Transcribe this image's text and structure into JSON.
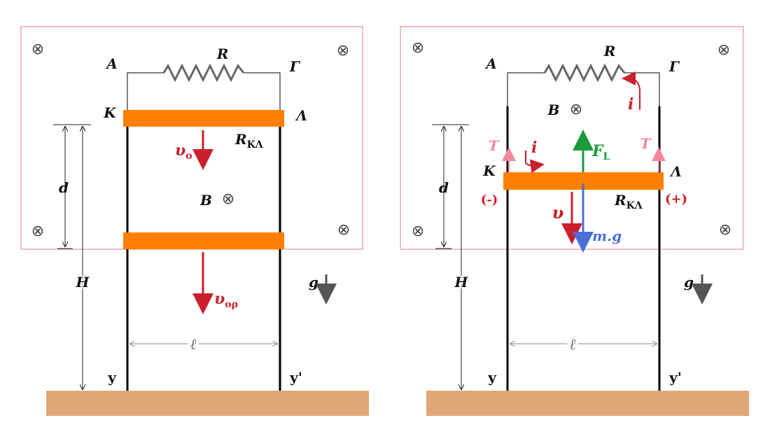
{
  "colors": {
    "field_border": "#e07d86",
    "rod": "#ff8000",
    "ground": "#e0a878",
    "rail": "#000000",
    "red": "#cc1f2d",
    "pink": "#f08a9a",
    "green": "#1a9a3a",
    "blue": "#4a6fd6",
    "grey": "#555555"
  },
  "field_symbol": "⊗",
  "labels": {
    "A": "A",
    "Gamma": "Γ",
    "R": "R",
    "K": "K",
    "Lambda": "Λ",
    "R_KL": "R",
    "R_KL_sub": "ΚΛ",
    "B": "B",
    "d": "d",
    "H": "H",
    "g": "g",
    "ell": "ℓ",
    "y": "y",
    "y_prime": "y'"
  },
  "left": {
    "v0": "υ",
    "v0_sub": "o",
    "vor": "υ",
    "vor_sub": "oρ"
  },
  "right": {
    "i": "i",
    "T": "T",
    "F": "F",
    "F_sub": "L",
    "v": "υ",
    "mg": "m.g",
    "minus": "(-)",
    "plus": "(+)"
  }
}
